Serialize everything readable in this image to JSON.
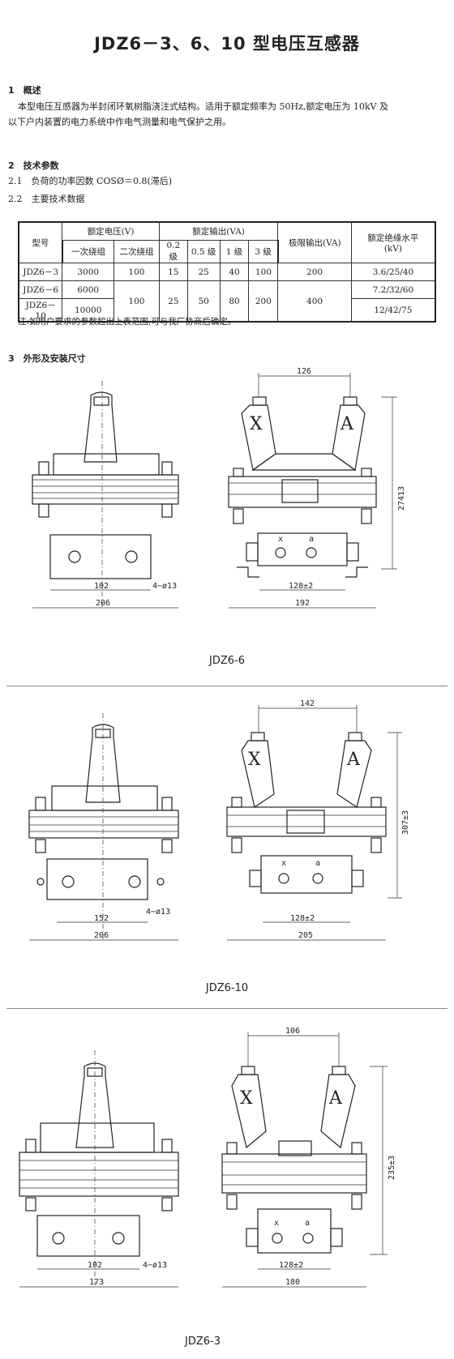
{
  "title": "JDZ6－3、6、10 型电压互感器",
  "sec1": {
    "heading": "1　概述",
    "line1": "本型电压互感器为半封闭环氧树脂浇注式结构。适用于额定频率为 50Hz,额定电压为 10kV 及",
    "line2": "以下户内装置的电力系统中作电气测量和电气保护之用。"
  },
  "sec2": {
    "heading": "2　技术参数",
    "s21": "2.1　负荷的功率因数 COSØ＝0.8(滞后)",
    "s22": "2.2　主要技术数据"
  },
  "table": {
    "h_model": "型号",
    "h_voltage": "额定电压(V)",
    "h_output": "额定输出(VA)",
    "h_limit": "极限输出(VA)",
    "h_insul": "额定绝缘水平",
    "h_insul_unit": "(kV)",
    "h_primary": "一次绕组",
    "h_secondary": "二次绕组",
    "h_c02": "0.2 级",
    "h_c05": "0.5 级",
    "h_c1": "1 级",
    "h_c3": "3 级",
    "r1": {
      "model": "JDZ6－3",
      "primary": "3000",
      "secondary": "100",
      "c02": "15",
      "c05": "25",
      "c1": "40",
      "c3": "100",
      "limit": "200",
      "insul": "3.6/25/40"
    },
    "r2": {
      "model": "JDZ6－6",
      "primary": "6000",
      "insul": "7.2/32/60"
    },
    "r3": {
      "model": "JDZ6－10",
      "primary": "10000",
      "insul": "12/42/75"
    },
    "r23": {
      "secondary": "100",
      "c02": "25",
      "c05": "50",
      "c1": "80",
      "c3": "200",
      "limit": "400"
    }
  },
  "note": "注:如用户要求的参数超出上表范围,可与我厂协商后确定。",
  "sec3": {
    "heading": "3　外形及安装尺寸"
  },
  "drawings": {
    "d1": {
      "caption": "JDZ6-6",
      "dim_top": "126",
      "dim_height": "27413",
      "dim_holes": "102",
      "hole_note": "4−ø13",
      "dim_width_left": "206",
      "dim_mount": "128±2",
      "dim_width_right": "192",
      "term_x": "X",
      "term_a": "A",
      "sm_x": "x",
      "sm_a": "a"
    },
    "d2": {
      "caption": "JDZ6-10",
      "dim_top": "142",
      "dim_height": "307±3",
      "dim_holes": "152",
      "hole_note": "4−ø13",
      "dim_width_left": "206",
      "dim_mount": "128±2",
      "dim_width_right": "205",
      "term_x": "X",
      "term_a": "A",
      "sm_x": "x",
      "sm_a": "a"
    },
    "d3": {
      "caption": "JDZ6-3",
      "dim_top": "106",
      "dim_height": "235±3",
      "dim_holes": "102",
      "hole_note": "4−ø13",
      "dim_width_left": "173",
      "dim_mount": "128±2",
      "dim_width_right": "180",
      "term_x": "X",
      "term_a": "A",
      "sm_x": "x",
      "sm_a": "a"
    }
  }
}
